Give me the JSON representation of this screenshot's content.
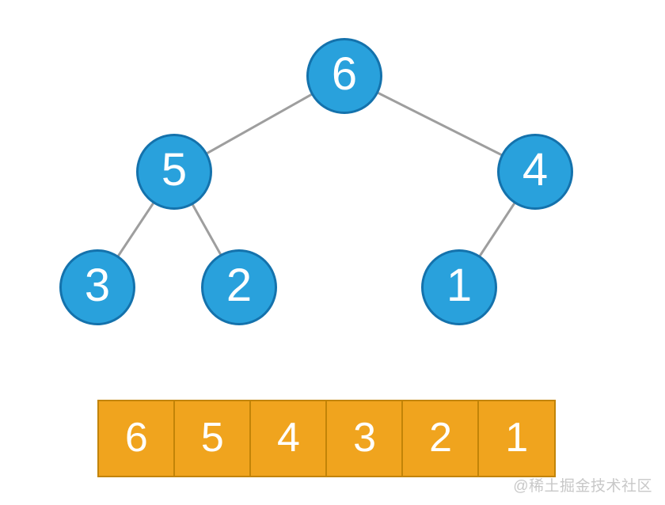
{
  "diagram": {
    "kind": "binary-tree-with-array",
    "tree": {
      "nodes": [
        {
          "id": "6",
          "label": "6",
          "level": 0,
          "parent": null
        },
        {
          "id": "5",
          "label": "5",
          "level": 1,
          "parent": "6"
        },
        {
          "id": "4",
          "label": "4",
          "level": 1,
          "parent": "6"
        },
        {
          "id": "3",
          "label": "3",
          "level": 2,
          "parent": "5"
        },
        {
          "id": "2",
          "label": "2",
          "level": 2,
          "parent": "5"
        },
        {
          "id": "1",
          "label": "1",
          "level": 2,
          "parent": "4"
        }
      ],
      "edges": [
        {
          "from": "6",
          "to": "5"
        },
        {
          "from": "6",
          "to": "4"
        },
        {
          "from": "5",
          "to": "3"
        },
        {
          "from": "5",
          "to": "2"
        },
        {
          "from": "4",
          "to": "1"
        }
      ]
    },
    "array": {
      "cells": [
        "6",
        "5",
        "4",
        "3",
        "2",
        "1"
      ]
    }
  },
  "watermark": {
    "text": "@稀土掘金技术社区"
  },
  "colors": {
    "background": "#FFFFFF",
    "node_fill": "#29A1DC",
    "node_border": "#1472AC",
    "edge": "#9E9E9E",
    "cell_fill": "#F0A41E",
    "cell_border": "#C28408",
    "text": "#FFFFFF",
    "watermark": "#C8C8C8"
  }
}
